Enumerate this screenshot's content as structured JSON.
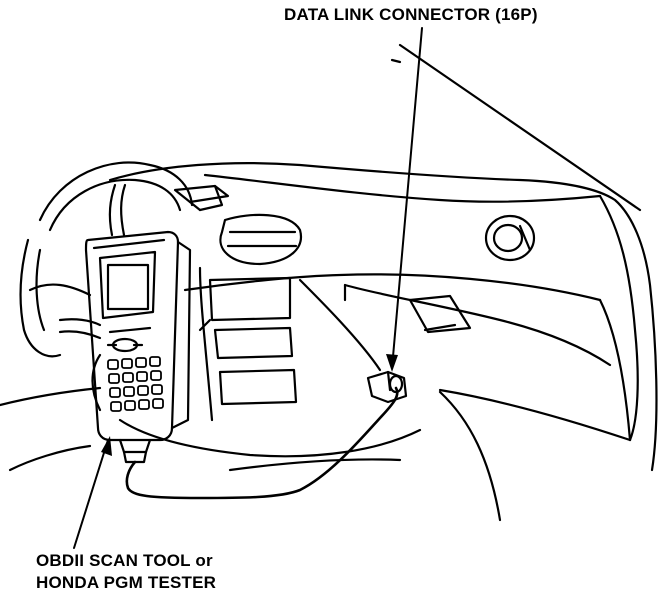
{
  "labels": {
    "data_link_connector": "DATA LINK CONNECTOR (16P)",
    "scan_tool_line1": "OBDII SCAN TOOL or",
    "scan_tool_line2": "HONDA PGM TESTER"
  },
  "colors": {
    "ink": "#000000",
    "paper": "#ffffff"
  }
}
